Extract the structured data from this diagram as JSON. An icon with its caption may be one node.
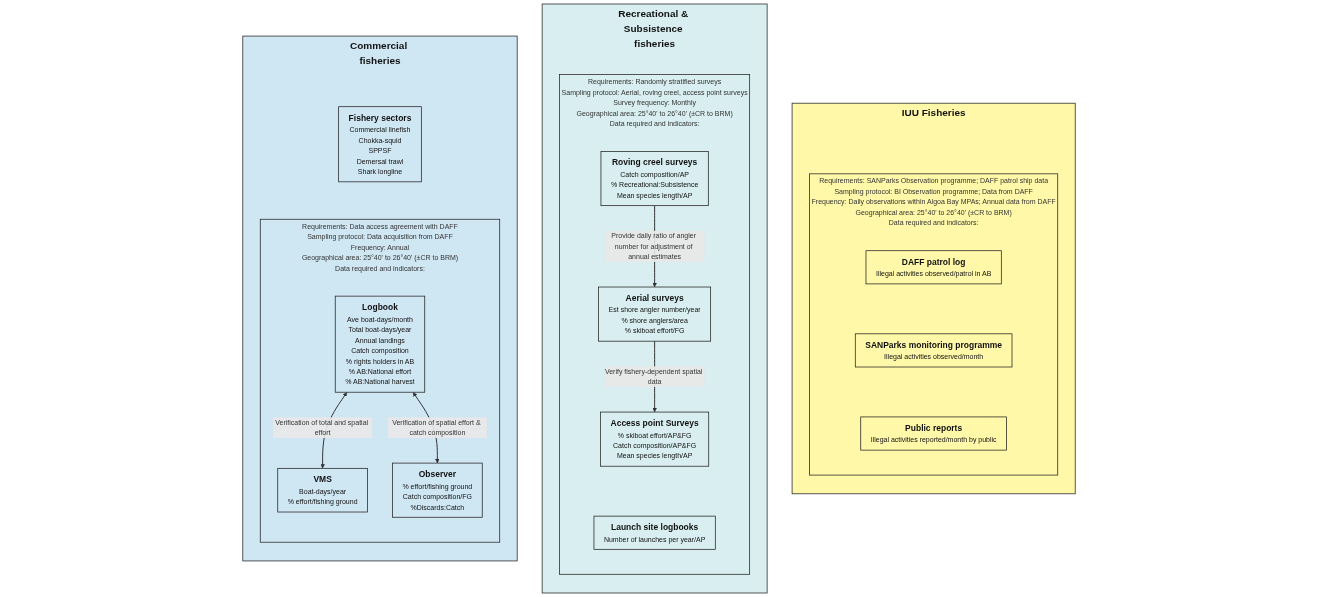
{
  "diagram": {
    "nodes": [
      {
        "text": [
          "Commercial fisheries"
        ]
      },
      {
        "text": [
          "Fishery sectors",
          "Commercial linefish",
          "Chokka-squid",
          "SPPSF",
          "Demersal trawl",
          "Shark longline"
        ],
        "in": 0
      },
      {
        "text": [
          "Requirements: Data access agreement with DAFF",
          "Sampling protocol: Data acquisition from DAFF",
          "Frequency: Annual",
          "Geographical area: 25°40' to 26°40' (±CR to BRM)",
          "Data required and indicators:"
        ],
        "in": 0
      },
      {
        "text": [
          "Logbook",
          "Ave boat-days/month",
          "Total boat-days/year",
          "Annual landings",
          "Catch composition",
          "% rights holders in AB",
          "% AB:National effort",
          "% AB:National harvest"
        ],
        "in": 2
      },
      {
        "text": [
          "VMS",
          "Boat-days/year",
          "% effort/fishing ground"
        ],
        "in": 2
      },
      {
        "text": [
          "Observer",
          "% effort/fishing ground",
          "Catch composition/FG",
          "%Discards:Catch"
        ],
        "in": 2
      },
      {
        "text": [
          "Recreational & Subsistence fisheries"
        ]
      },
      {
        "text": [
          "Requirements: Randomly stratified surveys",
          "Sampling protocol: Aerial, roving creel, access point surveys",
          "Survey frequency: Monthly",
          "Geographical area: 25°40' to 26°40' (±CR to BRM)",
          "Data required and indicators:"
        ],
        "in": 6
      },
      {
        "text": [
          "Aerial surveys",
          "Est shore angler number/year",
          "% shore anglers/area",
          "% skiboat effort/FG"
        ],
        "in": 7
      },
      {
        "text": [
          "Roving creel surveys",
          "Catch composition/AP",
          "% Recreational:Subsistence",
          "Mean species length/AP"
        ],
        "in": 7
      },
      {
        "text": [
          "Access point Surveys",
          "% skiboat effort/AP&FG",
          "Catch composition/AP&FG",
          "Mean species length/AP"
        ],
        "in": 7
      },
      {
        "text": [
          "Launch site logbooks",
          "Number of launches per year/AP"
        ],
        "in": 7
      },
      {
        "text": [
          "IUU Fisheries"
        ]
      },
      {
        "text": [
          "Requirements: SANParks Observation programme; DAFF patrol ship data",
          "Sampling protocol: BI Observation programme; Data from DAFF",
          "Frequency: Daily observations within Algoa Bay MPAs; Annual data from DAFF",
          "Geographical area: 25°40' to 26°40' (±CR to BRM)",
          "Data required and indicators:"
        ],
        "in": 12
      },
      {
        "text": [
          "DAFF patrol log",
          "Illegal activities observed/patrol in AB"
        ],
        "in": 13
      },
      {
        "text": [
          "SANParks monitoring programme",
          "Illegal activities observed/month"
        ],
        "in": 13
      },
      {
        "text": [
          "Public reports",
          "Illegal activities reported/month by public"
        ],
        "in": 13
      }
    ],
    "edges": [
      {
        "from": 3,
        "to": 4,
        "arrow": "both",
        "label": "Verification of total and spatial effort"
      },
      {
        "from": 3,
        "to": 5,
        "arrow": "both",
        "label": "Verification of spatial effort & catch composition"
      },
      {
        "from": 9,
        "to": 8,
        "arrow": "to",
        "label": "Provide daily ratio of angler number for adjustment of annual estimates"
      },
      {
        "from": 8,
        "to": 10,
        "arrow": "to",
        "label": "Verify fishery-dependent spatial data"
      }
    ]
  }
}
